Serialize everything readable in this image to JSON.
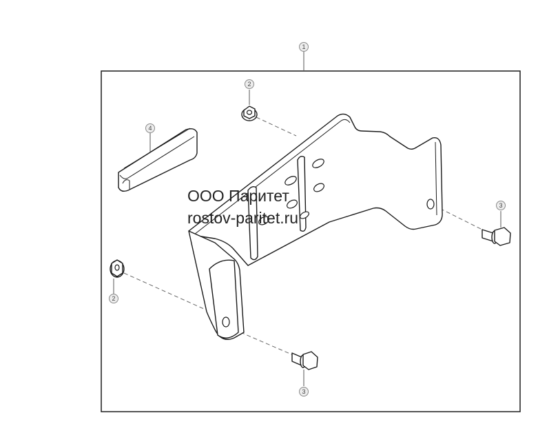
{
  "callouts": {
    "c1": "1",
    "c2a": "2",
    "c2b": "2",
    "c3a": "3",
    "c3b": "3",
    "c4": "4"
  },
  "watermark": {
    "line1": "ООО Паритет",
    "line2": "rostov-paritet.ru"
  }
}
